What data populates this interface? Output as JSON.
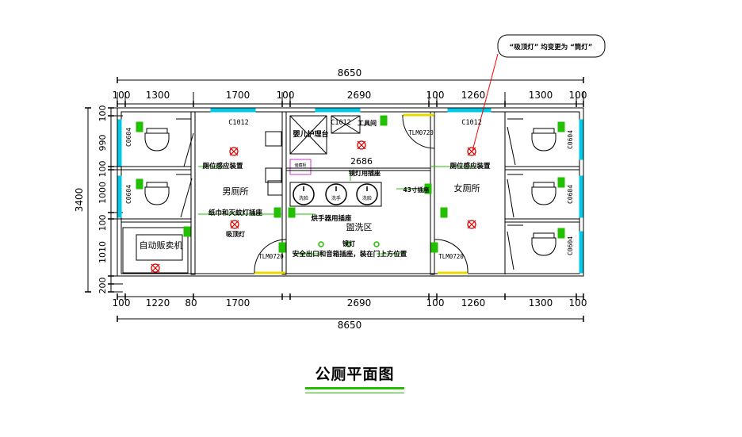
{
  "callout": {
    "text": "“吸顶灯” 均变更为 “筒灯”"
  },
  "dimensions": {
    "overall_top": "8650",
    "overall_bottom": "8650",
    "top_segments": [
      "100",
      "1300",
      "1700",
      "100",
      "2690",
      "100",
      "1260",
      "1300",
      "100"
    ],
    "bottom_segments": [
      "100",
      "1220",
      "80",
      "1700",
      "2690",
      "100",
      "1260",
      "1300",
      "100"
    ],
    "left_total": "3400",
    "left_segments": [
      "100",
      "990",
      "100",
      "1000",
      "100",
      "1010",
      "200"
    ],
    "inner_2686": "2686"
  },
  "doors": {
    "c1012_left": "C1012",
    "c1012_mid": "C1012",
    "c1012_right": "C1012",
    "c0604_a": "C0604",
    "c0604_b": "C0604",
    "c0604_c": "C0604",
    "c0604_d": "C0604",
    "c0604_e": "C0604",
    "tlm_top": "TLM0720",
    "tlm_left": "TLM0720",
    "tlm_right": "TLM0720"
  },
  "rooms": {
    "men": "男厕所",
    "women": "女厕所",
    "washing": "盥洗区",
    "vending": "自动贩卖机",
    "baby_table": "婴儿护理台",
    "service_room": "工具间"
  },
  "labels": {
    "men_alarm": "厕位感应装置",
    "women_alarm": "厕位感应装置",
    "towel_socket": "纸巾和灭蚊灯插座",
    "ceiling_lamp_left": "吸顶灯",
    "mirror_socket": "镜灯用插座",
    "hand_dryer_socket": "烘手器用插座",
    "mirror_lamp": "镜灯",
    "exit_note": "安全出口和音箱插座，装在门上方位置",
    "socket_43": "43寸插座",
    "sink_a": "洗脸",
    "sink_b": "洗手",
    "sink_c": "洗脸",
    "small_box": "储藏柜"
  },
  "title": "公厕平面图",
  "colors": {
    "wall": "#000000",
    "dimension": "#000000",
    "window": "#00c8e6",
    "accent_green": "#22c000",
    "callout_line": "#ff0000",
    "fixture_red": "#dd0000",
    "door_yellow": "#e8d800",
    "magenta": "#cc33cc"
  }
}
